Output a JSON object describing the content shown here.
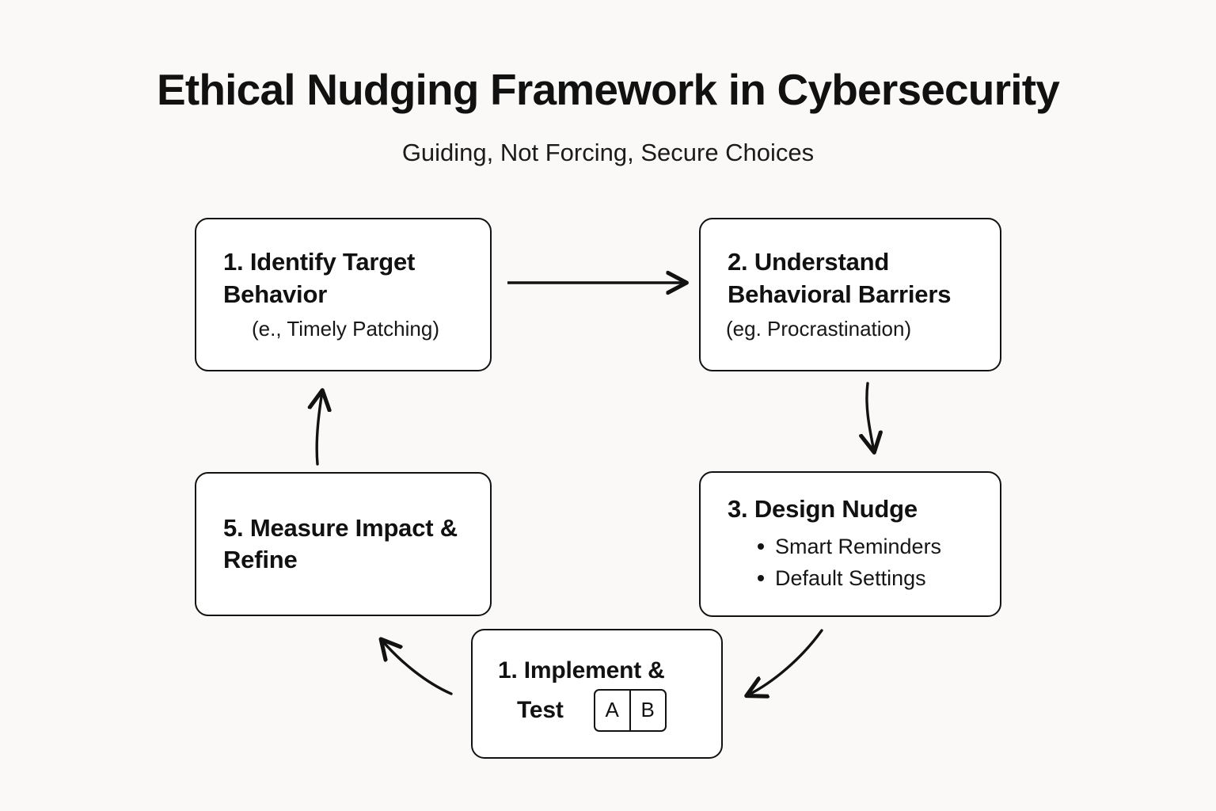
{
  "header": {
    "title": "Ethical Nudging Framework in Cybersecurity",
    "subtitle": "Guiding, Not Forcing, Secure Choices"
  },
  "colors": {
    "background": "#faf9f7",
    "box_fill": "#ffffff",
    "stroke": "#121212",
    "text": "#111111"
  },
  "nodes": {
    "identify": {
      "heading": "1. Identify Target Behavior",
      "sub": "(e., Timely Patching)"
    },
    "barriers": {
      "heading": "2. Understand Behavioral Barriers",
      "sub": "(eg. Procrastination)"
    },
    "design": {
      "heading": "3. Design Nudge",
      "bullets": [
        "Smart Reminders",
        "Default Settings"
      ]
    },
    "implement": {
      "heading_line1": "1. Implement &",
      "heading_line2": "Test",
      "ab_icon": {
        "a": "A",
        "b": "B"
      }
    },
    "measure": {
      "heading": "5. Measure Impact & Refine"
    }
  },
  "arrows": [
    {
      "name": "identify-to-barriers",
      "style": "straight",
      "direction": "right"
    },
    {
      "name": "barriers-to-design",
      "style": "curved",
      "direction": "down"
    },
    {
      "name": "design-to-implement",
      "style": "curved",
      "direction": "down-left"
    },
    {
      "name": "implement-to-measure",
      "style": "curved",
      "direction": "up-left"
    },
    {
      "name": "measure-to-identify",
      "style": "curved",
      "direction": "up"
    }
  ]
}
